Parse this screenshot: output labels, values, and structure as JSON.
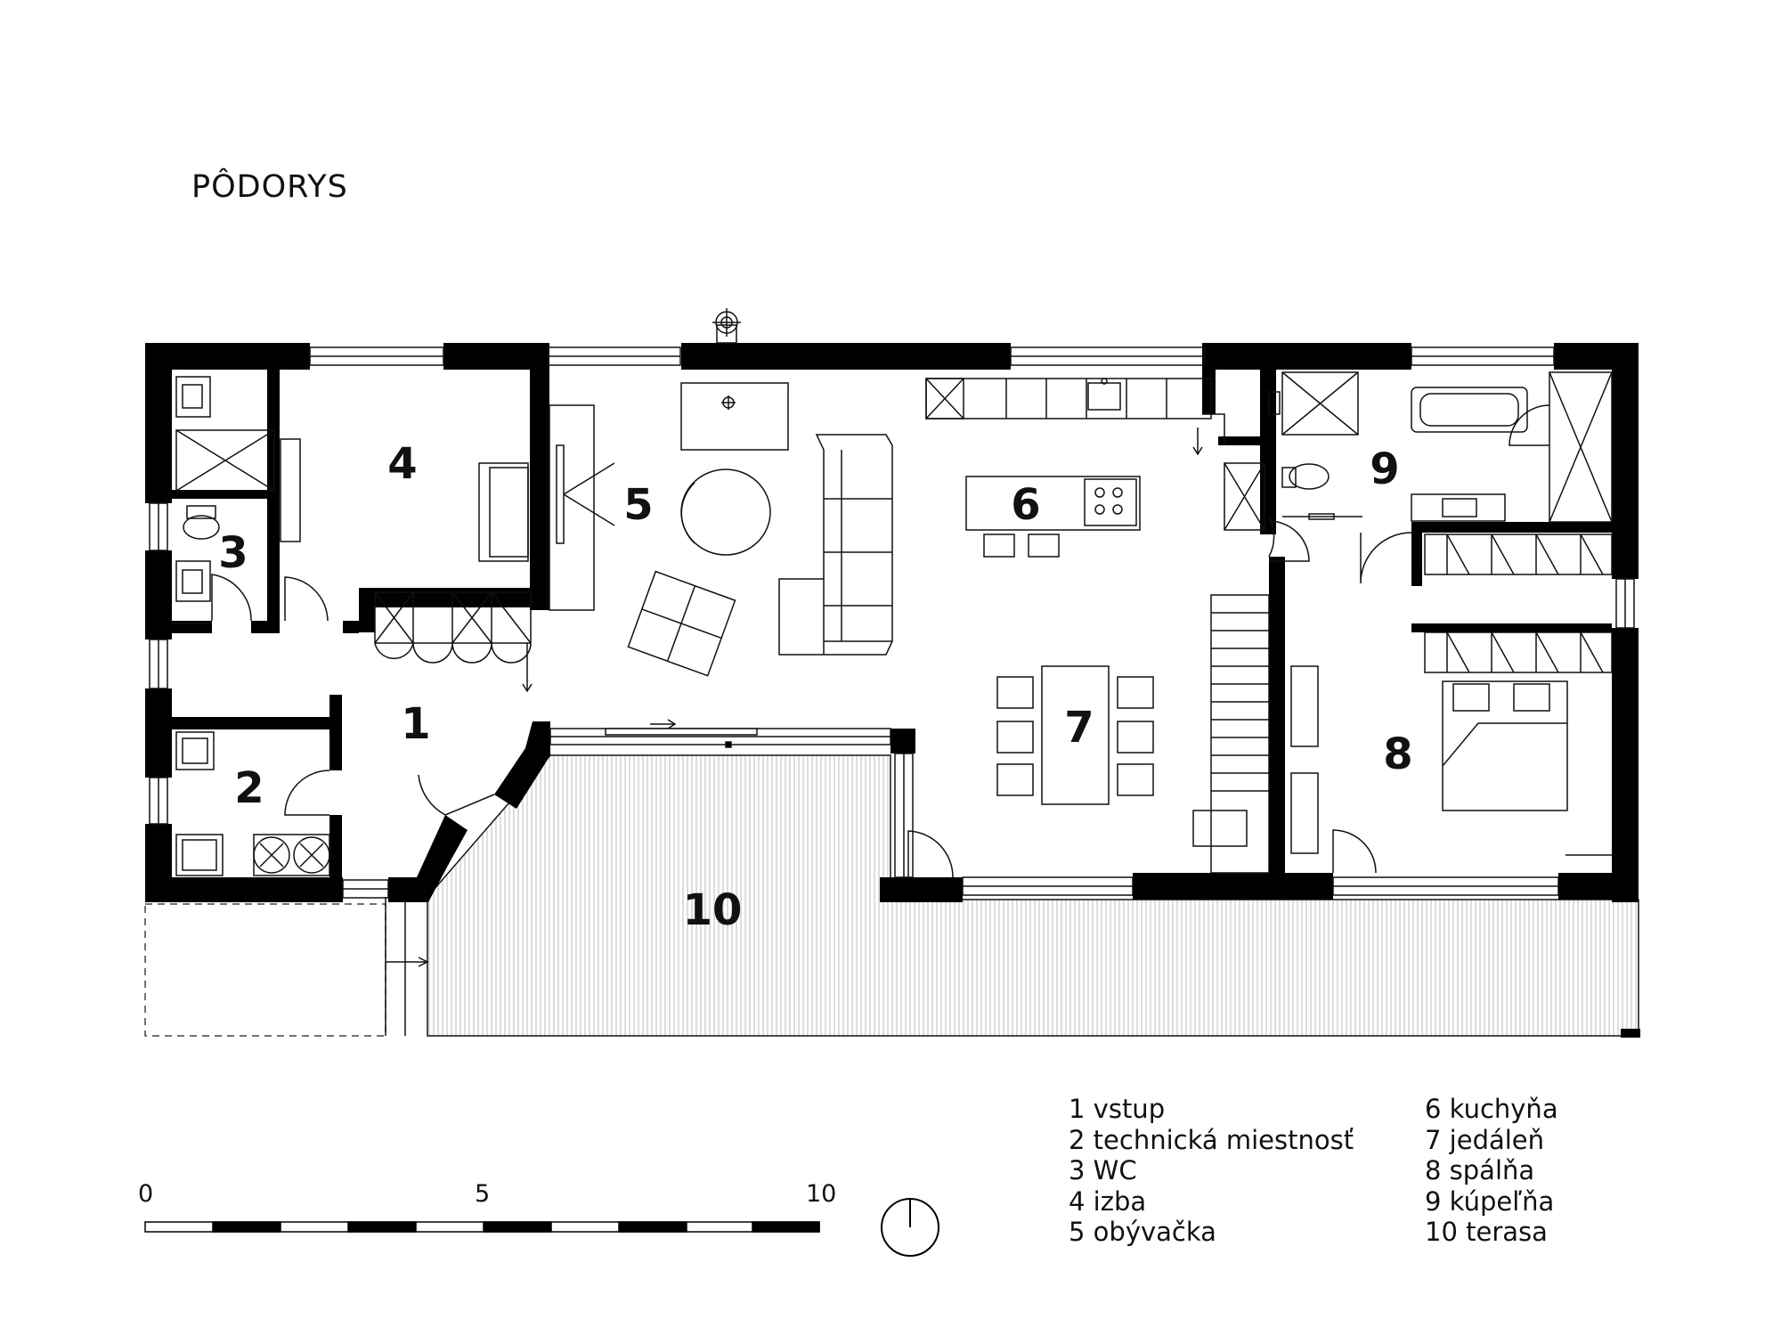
{
  "title": "PÔDORYS",
  "rooms": [
    {
      "number": "1"
    },
    {
      "number": "2"
    },
    {
      "number": "3"
    },
    {
      "number": "4"
    },
    {
      "number": "5"
    },
    {
      "number": "6"
    },
    {
      "number": "7"
    },
    {
      "number": "8"
    },
    {
      "number": "9"
    },
    {
      "number": "10"
    }
  ],
  "legend": {
    "left": [
      "1 vstup",
      "2 technická miestnosť",
      "3 WC",
      "4 izba",
      "5 obývačka"
    ],
    "right": [
      "6 kuchyňa",
      "7 jedáleň",
      "8 spálňa",
      "9 kúpeľňa",
      "10 terasa"
    ]
  },
  "scale": {
    "labels": [
      "0",
      "5",
      "10"
    ]
  },
  "colors": {
    "wall": "#000000",
    "line": "#111111",
    "background": "#ffffff"
  },
  "icons": [
    "north-arrow-icon",
    "lamp-icon"
  ]
}
